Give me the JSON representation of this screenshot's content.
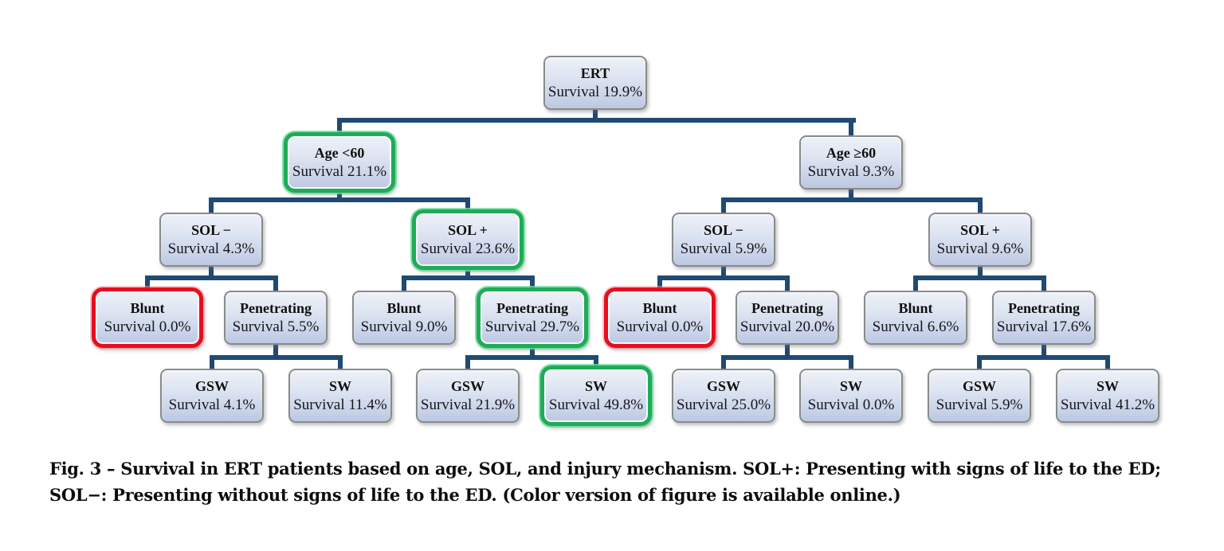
{
  "figure": {
    "type": "decision-tree",
    "caption_line1": "Fig. 3 – Survival in ERT patients based on age, SOL, and injury mechanism. SOL+: Presenting with signs of life to the ED;",
    "caption_line2": "SOL−: Presenting without signs of life to the ED. (Color version of figure is available online.)"
  },
  "colors": {
    "node_fill_top": "#eef1f9",
    "node_fill_bottom": "#bcc8e2",
    "node_border": "#8a8a8a",
    "connector": "#1f4a73",
    "highlight_green": "#1fab58",
    "highlight_red": "#e60e1e"
  },
  "tree": {
    "nodes": [
      {
        "id": "ert",
        "label": "ERT",
        "survival": "Survival 19.9%",
        "highlight": "none"
      },
      {
        "id": "age-lt60",
        "label": "Age <60",
        "survival": "Survival 21.1%",
        "highlight": "green"
      },
      {
        "id": "age-ge60",
        "label": "Age ≥60",
        "survival": "Survival 9.3%",
        "highlight": "none"
      },
      {
        "id": "lt60-sol-neg",
        "label": "SOL −",
        "survival": "Survival 4.3%",
        "highlight": "none"
      },
      {
        "id": "lt60-sol-pos",
        "label": "SOL +",
        "survival": "Survival 23.6%",
        "highlight": "green"
      },
      {
        "id": "ge60-sol-neg",
        "label": "SOL −",
        "survival": "Survival 5.9%",
        "highlight": "none"
      },
      {
        "id": "ge60-sol-pos",
        "label": "SOL +",
        "survival": "Survival 9.6%",
        "highlight": "none"
      },
      {
        "id": "lt60-neg-blunt",
        "label": "Blunt",
        "survival": "Survival 0.0%",
        "highlight": "red"
      },
      {
        "id": "lt60-neg-pen",
        "label": "Penetrating",
        "survival": "Survival 5.5%",
        "highlight": "none"
      },
      {
        "id": "lt60-pos-blunt",
        "label": "Blunt",
        "survival": "Survival 9.0%",
        "highlight": "none"
      },
      {
        "id": "lt60-pos-pen",
        "label": "Penetrating",
        "survival": "Survival 29.7%",
        "highlight": "green"
      },
      {
        "id": "ge60-neg-blunt",
        "label": "Blunt",
        "survival": "Survival 0.0%",
        "highlight": "red"
      },
      {
        "id": "ge60-neg-pen",
        "label": "Penetrating",
        "survival": "Survival 20.0%",
        "highlight": "none"
      },
      {
        "id": "ge60-pos-blunt",
        "label": "Blunt",
        "survival": "Survival 6.6%",
        "highlight": "none"
      },
      {
        "id": "ge60-pos-pen",
        "label": "Penetrating",
        "survival": "Survival 17.6%",
        "highlight": "none"
      },
      {
        "id": "lt60-neg-pen-gsw",
        "label": "GSW",
        "survival": "Survival 4.1%",
        "highlight": "none"
      },
      {
        "id": "lt60-neg-pen-sw",
        "label": "SW",
        "survival": "Survival 11.4%",
        "highlight": "none"
      },
      {
        "id": "lt60-pos-pen-gsw",
        "label": "GSW",
        "survival": "Survival 21.9%",
        "highlight": "none"
      },
      {
        "id": "lt60-pos-pen-sw",
        "label": "SW",
        "survival": "Survival 49.8%",
        "highlight": "green"
      },
      {
        "id": "ge60-neg-pen-gsw",
        "label": "GSW",
        "survival": "Survival 25.0%",
        "highlight": "none"
      },
      {
        "id": "ge60-neg-pen-sw",
        "label": "SW",
        "survival": "Survival 0.0%",
        "highlight": "none"
      },
      {
        "id": "ge60-pos-pen-gsw",
        "label": "GSW",
        "survival": "Survival 5.9%",
        "highlight": "none"
      },
      {
        "id": "ge60-pos-pen-sw",
        "label": "SW",
        "survival": "Survival 41.2%",
        "highlight": "none"
      }
    ]
  }
}
